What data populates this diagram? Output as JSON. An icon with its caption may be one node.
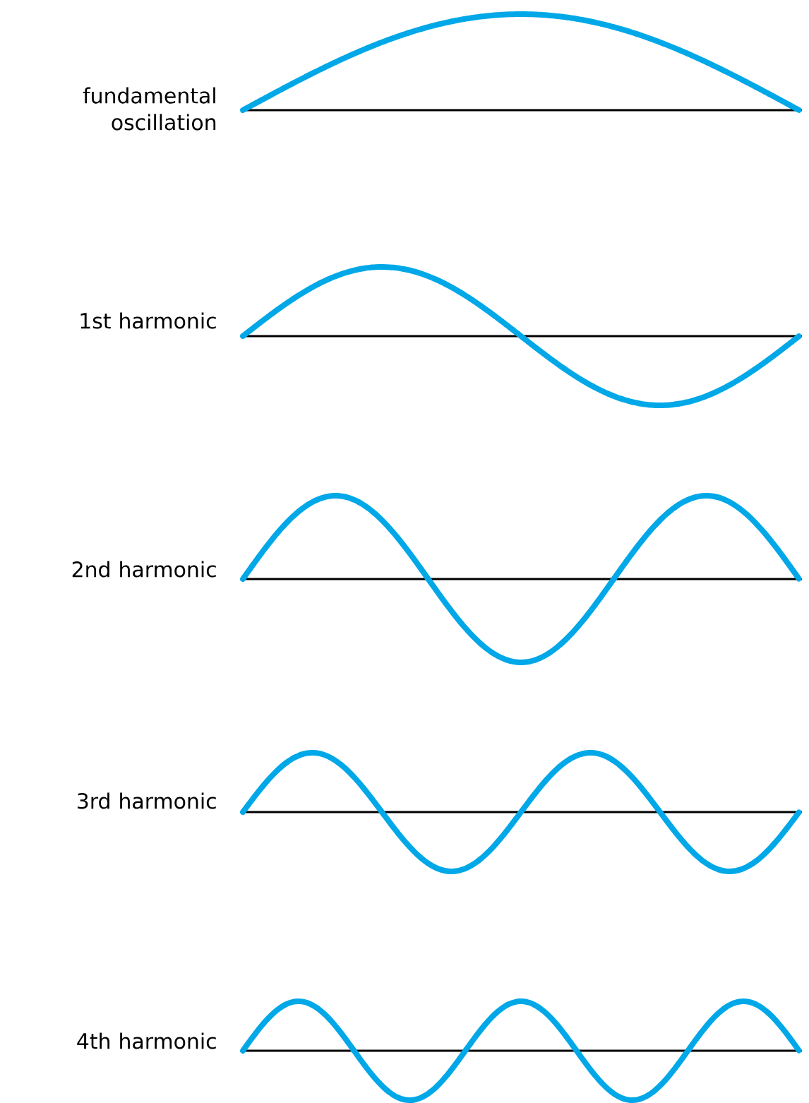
{
  "diagram": {
    "labels": [
      "fundamental oscillation",
      "1st harmonic",
      "2nd harmonic",
      "3rd harmonic",
      "4th harmonic"
    ]
  }
}
